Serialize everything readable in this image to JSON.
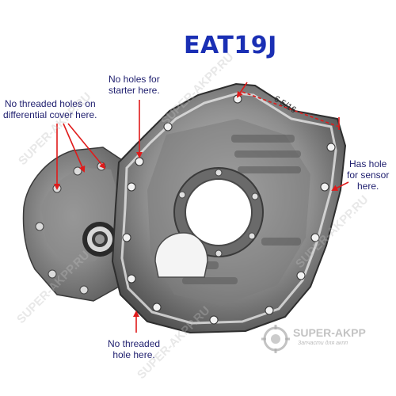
{
  "title": "EAT19J",
  "annotations": {
    "differential_cover": "No threaded holes on\ndifferential cover here.",
    "starter": "No holes for\nstarter here.",
    "sensor": "Has hole\nfor sensor\nhere.",
    "bottom_hole": "No threaded\nhole here."
  },
  "dimension_label": "6 5/16",
  "watermark": "SUPER-AKPP.RU",
  "logo": {
    "name": "SUPER-AKPP",
    "tagline": "Запчасти для акпп"
  },
  "colors": {
    "title": "#1a2fb4",
    "arrow": "#e01b1b",
    "annotation_text": "#1e1e6e",
    "metal": "#9b9b9b"
  },
  "icons": {
    "logo": "gearbox-logo-icon"
  }
}
